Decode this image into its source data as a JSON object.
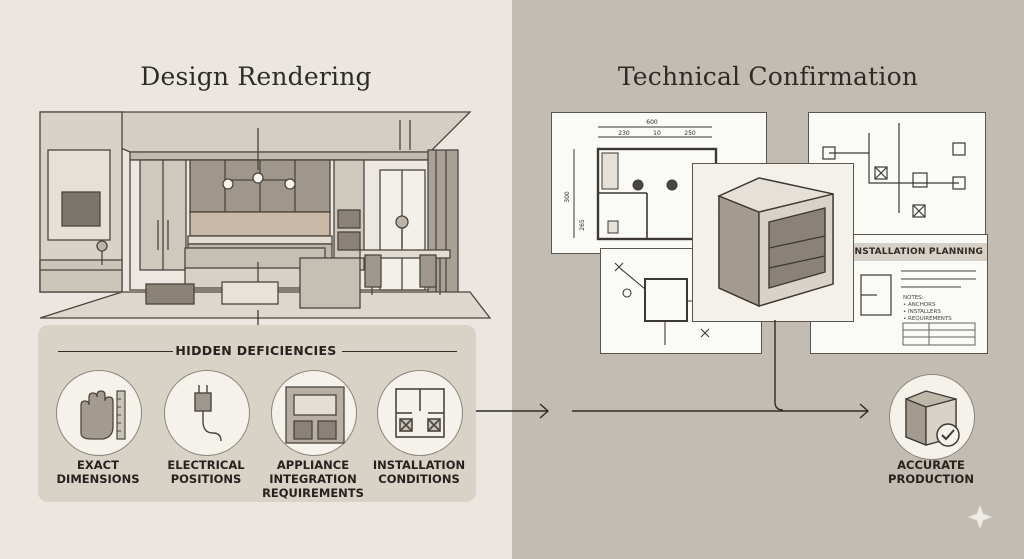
{
  "left_title": "Design Rendering",
  "right_title": "Technical Confirmation",
  "hidden": {
    "heading": "HIDDEN DEFICIENCIES",
    "items": [
      {
        "line1": "EXACT",
        "line2": "DIMENSIONS",
        "line3": "",
        "icon": "hand-ruler-icon"
      },
      {
        "line1": "ELECTRICAL",
        "line2": "POSITIONS",
        "line3": "",
        "icon": "plug-icon"
      },
      {
        "line1": "APPLIANCE",
        "line2": "INTEGRATION",
        "line3": "REQUIREMENTS",
        "icon": "cabinet-icon"
      },
      {
        "line1": "INSTALLATION",
        "line2": "CONDITIONS",
        "line3": "",
        "icon": "floorplan-icon"
      }
    ]
  },
  "docs": {
    "dimension_total": "600",
    "dim_a": "230",
    "dim_b": "10",
    "dim_c": "250",
    "dim_side_1": "300",
    "dim_side_2": "265",
    "install_title": "INSTALLATION PLANNING",
    "notes_1": "NOTES:",
    "notes_2": "• ANCHORS",
    "notes_3": "• INSTALLERS",
    "notes_4": "• REQUIREMENTS"
  },
  "result": {
    "line1": "ACCURATE",
    "line2": "PRODUCTION",
    "icon": "check-cabinet-icon"
  },
  "colors": {
    "left_bg": "#ebe7e0",
    "right_bg": "#c3bcb3",
    "panel": "#d9d2c7",
    "ink": "#2e2b28"
  }
}
